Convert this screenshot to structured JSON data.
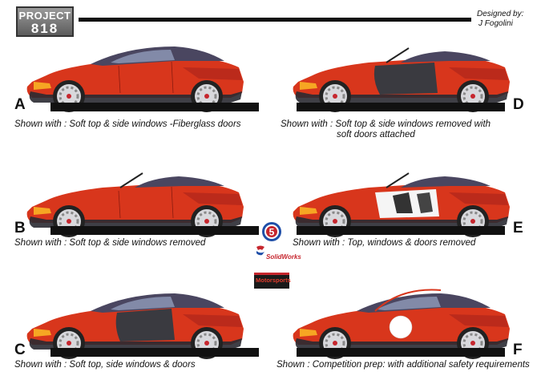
{
  "header": {
    "project_line1": "PROJECT",
    "project_line2": "818",
    "designed_by_label": "Designed by:",
    "designer": "J Fogolini"
  },
  "panels": [
    {
      "letter": "A",
      "caption": "Shown with : Soft top & side windows -Fiberglass doors",
      "caption2": "",
      "variant": "hardtop-glass"
    },
    {
      "letter": "B",
      "caption": "Shown with : Soft top & side windows  removed",
      "caption2": "",
      "variant": "open-doors"
    },
    {
      "letter": "C",
      "caption": "Shown with : Soft top, side windows & doors",
      "caption2": "",
      "variant": "hardtop-carbon"
    },
    {
      "letter": "D",
      "caption": "Shown with : Soft top & side windows removed with",
      "caption2": "soft doors attached",
      "variant": "open-softdoor"
    },
    {
      "letter": "E",
      "caption": "Shown with : Top, windows & doors  removed",
      "caption2": "",
      "variant": "no-doors"
    },
    {
      "letter": "F",
      "caption": "Shown : Competition prep: with additional safety requirements",
      "caption2": "",
      "variant": "competition"
    }
  ],
  "sponsors": [
    {
      "name": "5",
      "label": ""
    },
    {
      "name": "SolidWorks",
      "label": "SolidWorks"
    },
    {
      "name": "Motorsports",
      "label": "Motorsports"
    }
  ],
  "colors": {
    "body_red": "#d8361c",
    "body_dark": "#2a2a32",
    "roof": "#4a4660",
    "carbon": "#3a3a40",
    "ground": "#111111"
  }
}
